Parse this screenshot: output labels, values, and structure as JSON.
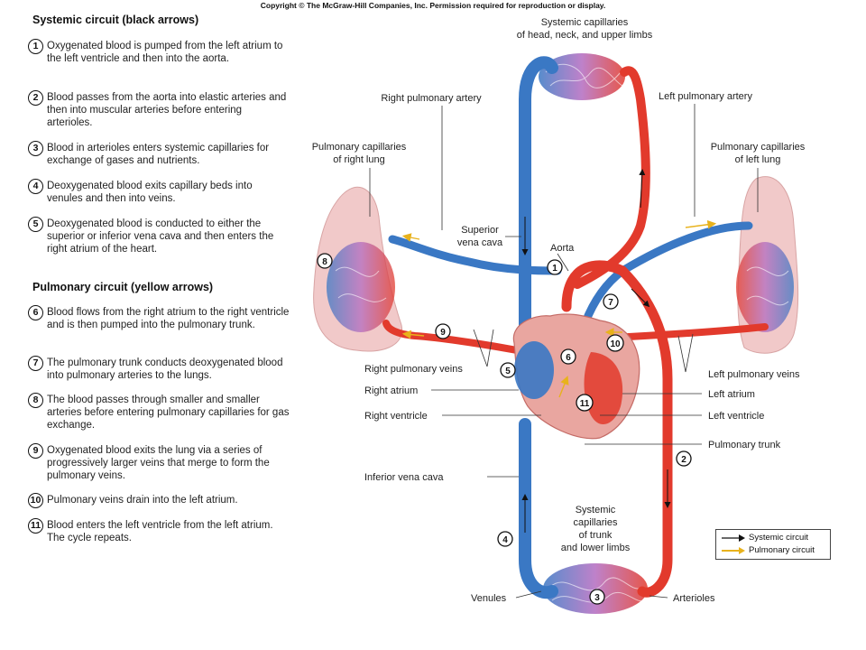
{
  "copyright": "Copyright © The McGraw-Hill Companies, Inc. Permission required for reproduction or display.",
  "systemic_title": "Systemic circuit (black arrows)",
  "pulmonary_title": "Pulmonary circuit (yellow arrows)",
  "steps": [
    {
      "num": "1",
      "text": "Oxygenated blood is pumped from the left atrium to the left ventricle and then into the aorta."
    },
    {
      "num": "2",
      "text": "Blood passes from the aorta into elastic arteries and then into muscular arteries before entering arterioles."
    },
    {
      "num": "3",
      "text": "Blood in arterioles enters systemic capillaries for exchange of gases and nutrients."
    },
    {
      "num": "4",
      "text": "Deoxygenated blood exits capillary beds into venules and then into veins."
    },
    {
      "num": "5",
      "text": "Deoxygenated blood is conducted to either the superior or inferior vena cava and then enters the right atrium of the heart."
    },
    {
      "num": "6",
      "text": "Blood flows from the right atrium to the right ventricle and is then pumped into the pulmonary trunk."
    },
    {
      "num": "7",
      "text": "The pulmonary trunk conducts deoxygenated blood into pulmonary arteries to the lungs."
    },
    {
      "num": "8",
      "text": "The blood passes through smaller and smaller arteries before entering pulmonary capillaries for gas exchange."
    },
    {
      "num": "9",
      "text": "Oxygenated blood exits the lung via a series of progressively larger veins that merge to form the pulmonary veins."
    },
    {
      "num": "10",
      "text": "Pulmonary veins drain into the left atrium."
    },
    {
      "num": "11",
      "text": "Blood enters the left ventricle from the left atrium. The cycle repeats."
    }
  ],
  "labels": {
    "sys_cap_upper_1": "Systemic capillaries",
    "sys_cap_upper_2": "of head, neck, and upper limbs",
    "right_pulm_artery": "Right pulmonary artery",
    "left_pulm_artery": "Left pulmonary artery",
    "pulm_cap_right_1": "Pulmonary capillaries",
    "pulm_cap_right_2": "of right lung",
    "pulm_cap_left_1": "Pulmonary capillaries",
    "pulm_cap_left_2": "of left lung",
    "sup_vena_cava_1": "Superior",
    "sup_vena_cava_2": "vena cava",
    "aorta": "Aorta",
    "right_pulm_veins": "Right pulmonary veins",
    "left_pulm_veins": "Left pulmonary veins",
    "right_atrium": "Right atrium",
    "left_atrium": "Left atrium",
    "right_ventricle": "Right ventricle",
    "left_ventricle": "Left ventricle",
    "pulm_trunk": "Pulmonary trunk",
    "inf_vena_cava": "Inferior vena cava",
    "sys_cap_lower_1": "Systemic",
    "sys_cap_lower_2": "capillaries",
    "sys_cap_lower_3": "of trunk",
    "sys_cap_lower_4": "and lower limbs",
    "venules": "Venules",
    "arterioles": "Arterioles"
  },
  "legend": {
    "systemic": "Systemic circuit",
    "pulmonary": "Pulmonary circuit"
  },
  "colors": {
    "artery": "#e23a2c",
    "vein": "#3a78c4",
    "lung": "#f1c9c9",
    "heart": "#e9a6a0",
    "systemic_arrow": "#111111",
    "pulmonary_arrow": "#e8b21c"
  }
}
